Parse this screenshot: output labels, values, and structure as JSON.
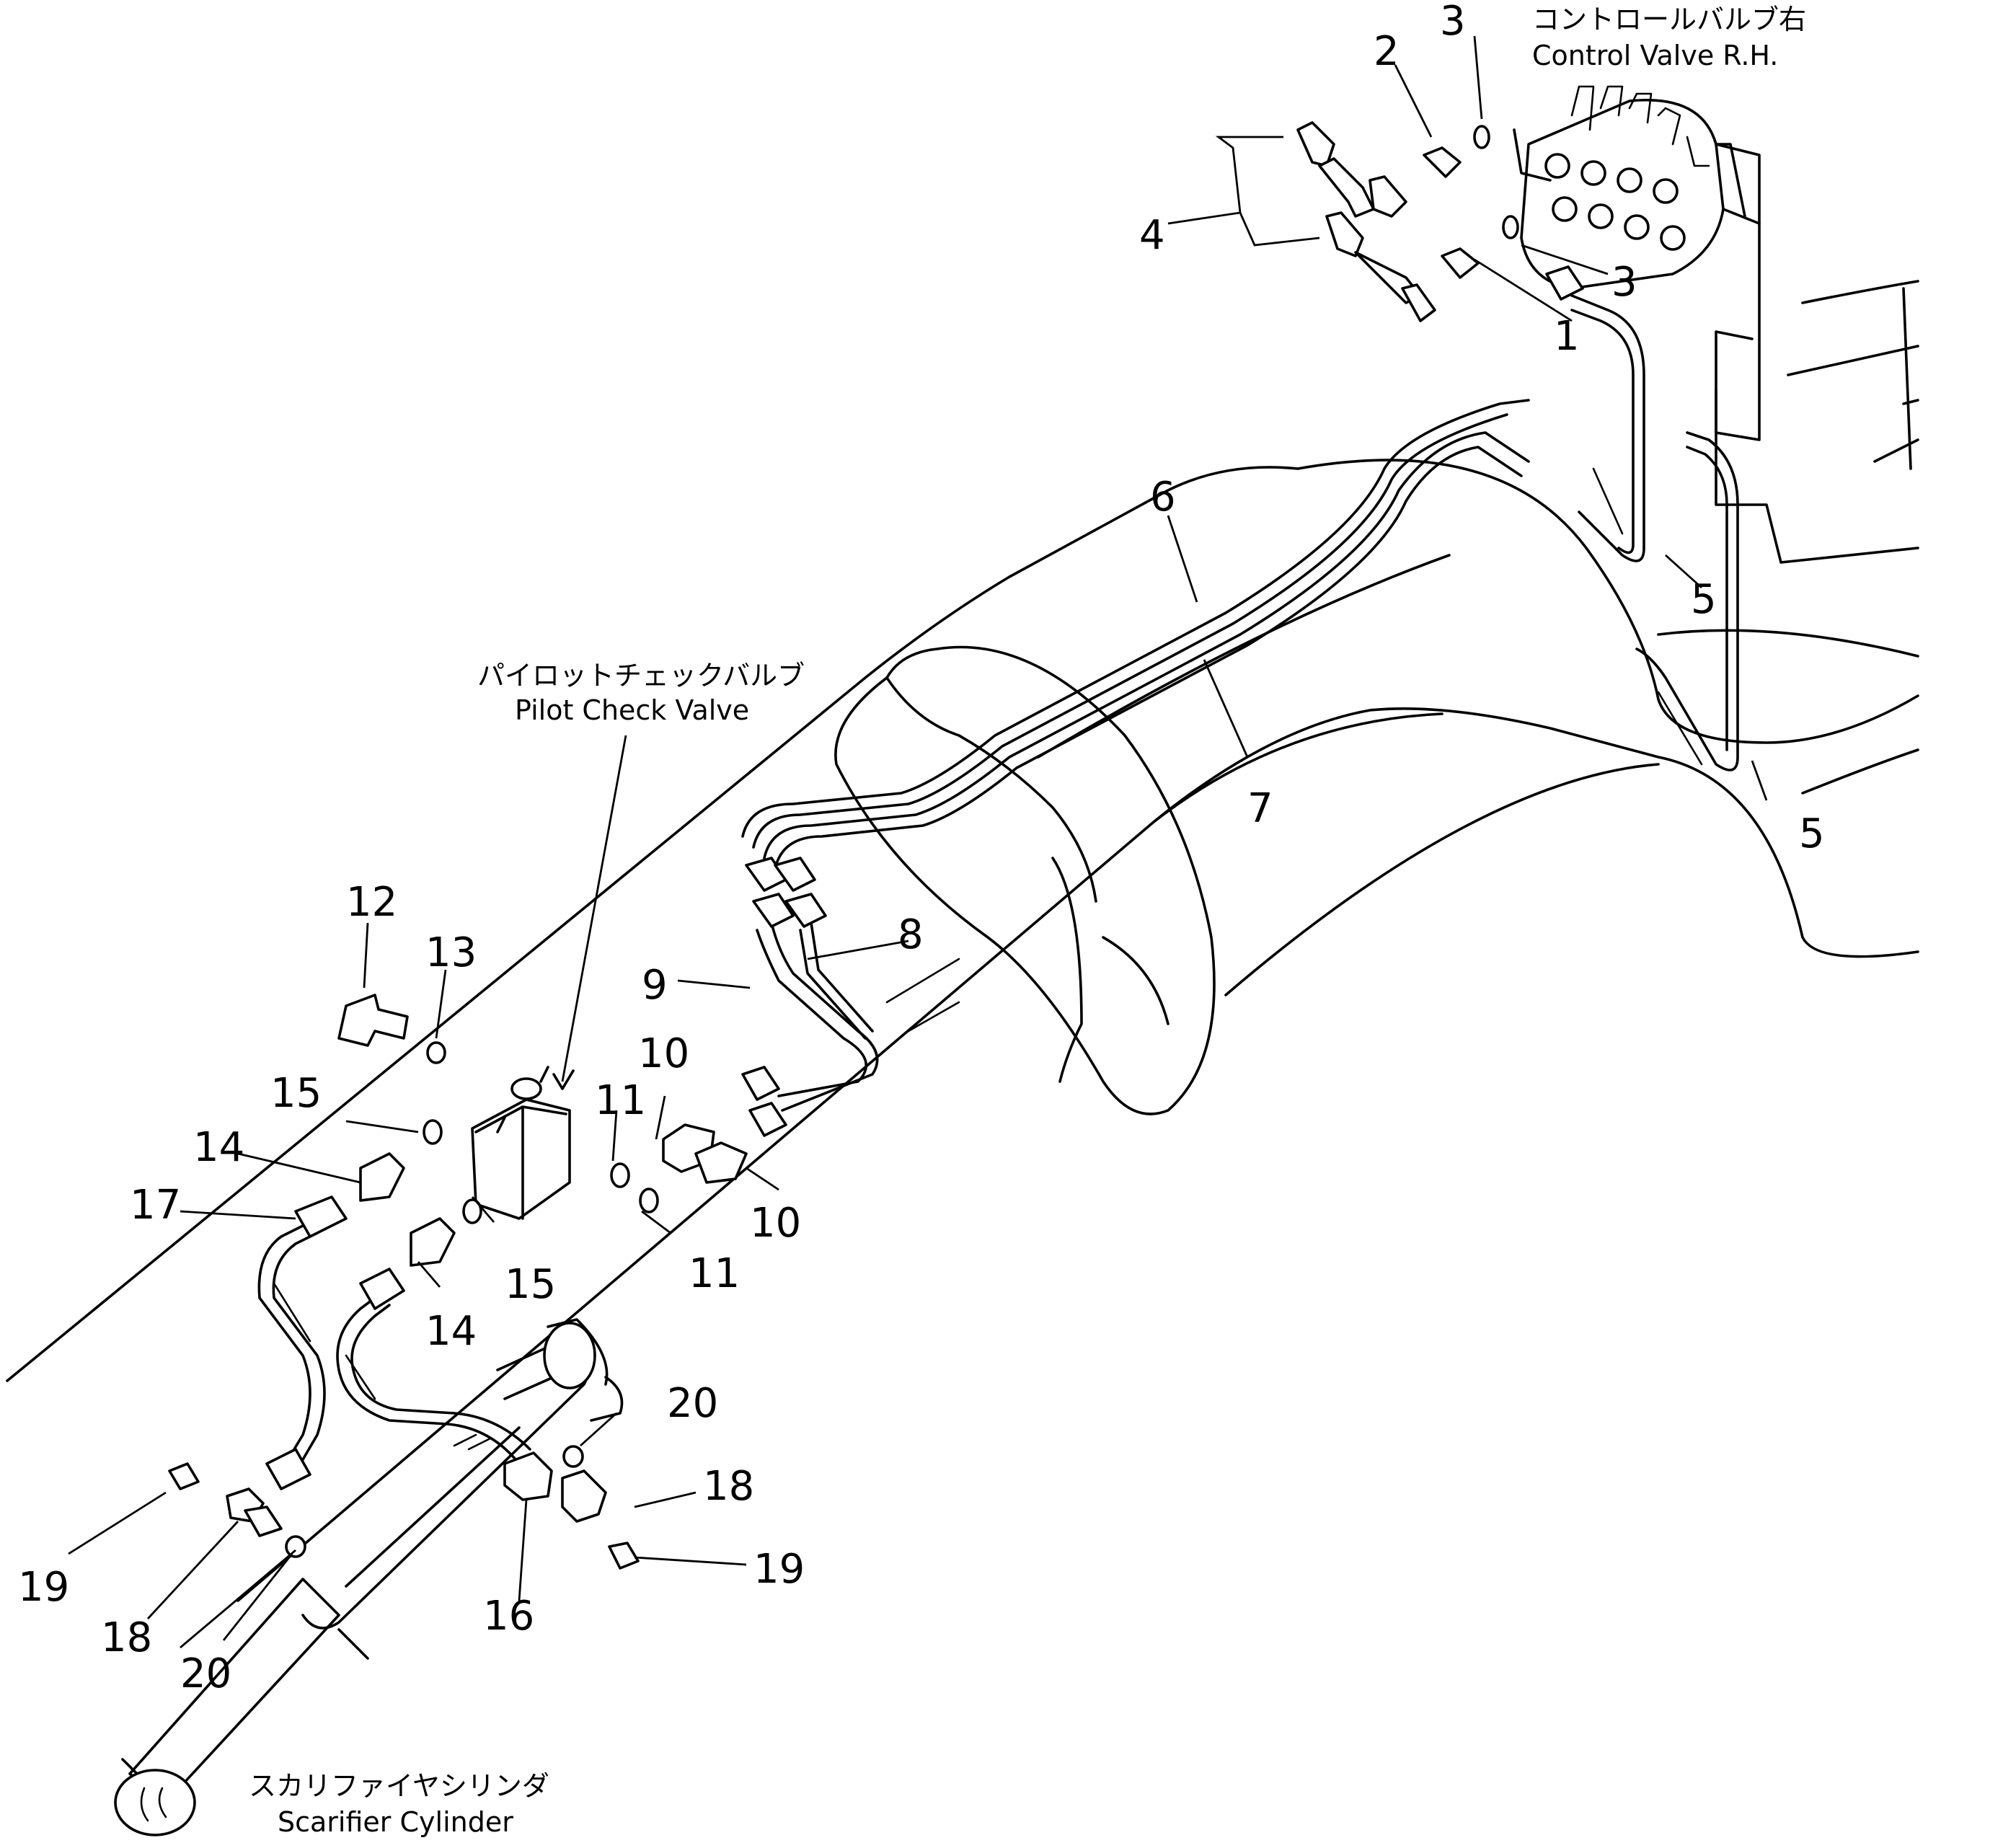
{
  "callouts": {
    "control_valve": {
      "ja": "コントロールバルブ右",
      "en": "Control Valve R.H."
    },
    "pilot_check_valve": {
      "ja": "パイロットチェックバルブ",
      "en": "Pilot Check Valve"
    },
    "scarifier_cylinder": {
      "ja": "スカリファイヤシリンダ",
      "en": "Scarifier Cylinder"
    }
  },
  "part_numbers": {
    "n1": "1",
    "n2": "2",
    "n3a": "3",
    "n3b": "3",
    "n4": "4",
    "n5a": "5",
    "n5b": "5",
    "n6": "6",
    "n7": "7",
    "n8": "8",
    "n9": "9",
    "n10a": "10",
    "n10b": "10",
    "n11a": "11",
    "n11b": "11",
    "n12": "12",
    "n13": "13",
    "n14a": "14",
    "n14b": "14",
    "n15a": "15",
    "n15b": "15",
    "n16": "16",
    "n17": "17",
    "n18a": "18",
    "n18b": "18",
    "n19a": "19",
    "n19b": "19",
    "n20a": "20",
    "n20b": "20"
  }
}
